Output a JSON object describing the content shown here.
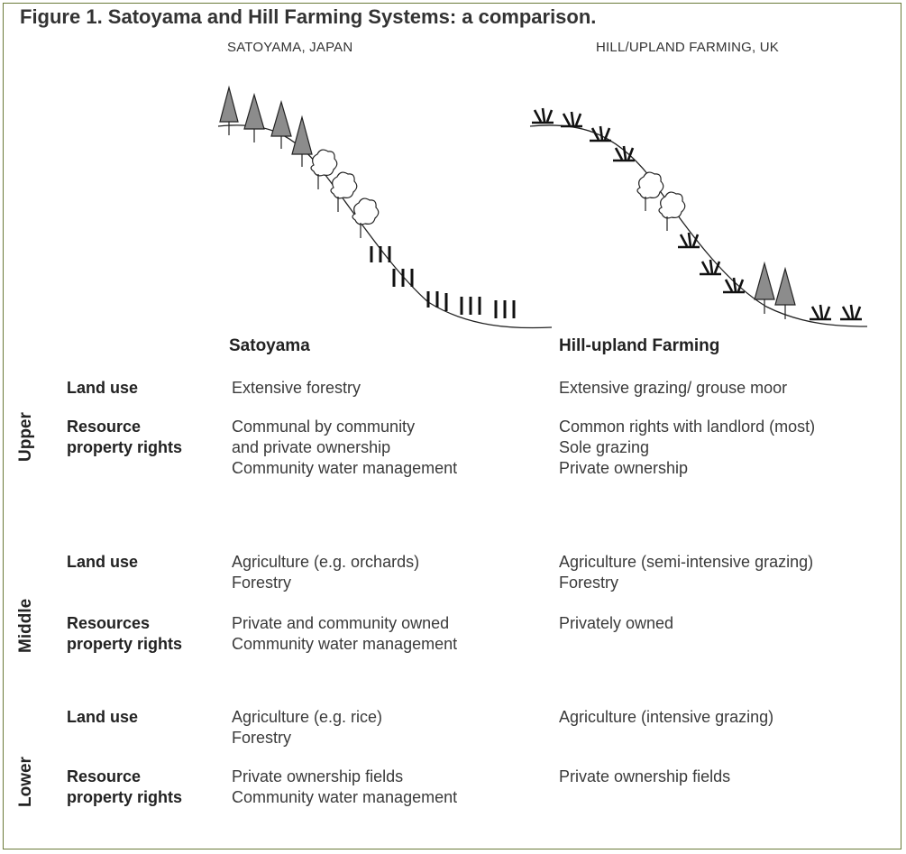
{
  "title": "Figure 1. Satoyama and Hill Farming Systems: a comparison.",
  "panels": {
    "left": "SATOYAMA, JAPAN",
    "right": "HILL/UPLAND FARMING, UK"
  },
  "columns": {
    "satoyama": "Satoyama",
    "hill": "Hill-upland Farming"
  },
  "zones": [
    {
      "name": "Upper",
      "rows": [
        {
          "label": [
            "Land use"
          ],
          "satoyama": [
            "Extensive forestry"
          ],
          "hill": [
            "Extensive grazing/ grouse moor"
          ]
        },
        {
          "label": [
            "Resource",
            "property rights"
          ],
          "satoyama": [
            "Communal by community",
            "and private ownership",
            "Community water management"
          ],
          "hill": [
            "Common rights with landlord (most)",
            "Sole grazing",
            "Private ownership"
          ]
        }
      ]
    },
    {
      "name": "Middle",
      "rows": [
        {
          "label": [
            "Land use"
          ],
          "satoyama": [
            "Agriculture (e.g. orchards)",
            "Forestry"
          ],
          "hill": [
            "Agriculture (semi-intensive grazing)",
            "Forestry"
          ]
        },
        {
          "label": [
            "Resources",
            "property rights"
          ],
          "satoyama": [
            "Private and community owned",
            "Community water management"
          ],
          "hill": [
            "Privately owned"
          ]
        }
      ]
    },
    {
      "name": "Lower",
      "rows": [
        {
          "label": [
            "Land use"
          ],
          "satoyama": [
            "Agriculture (e.g. rice)",
            "Forestry"
          ],
          "hill": [
            "Agriculture (intensive grazing)"
          ]
        },
        {
          "label": [
            "Resource",
            "property rights"
          ],
          "satoyama": [
            "Private ownership fields",
            "Community water management"
          ],
          "hill": [
            "Private ownership fields"
          ]
        }
      ]
    }
  ]
}
